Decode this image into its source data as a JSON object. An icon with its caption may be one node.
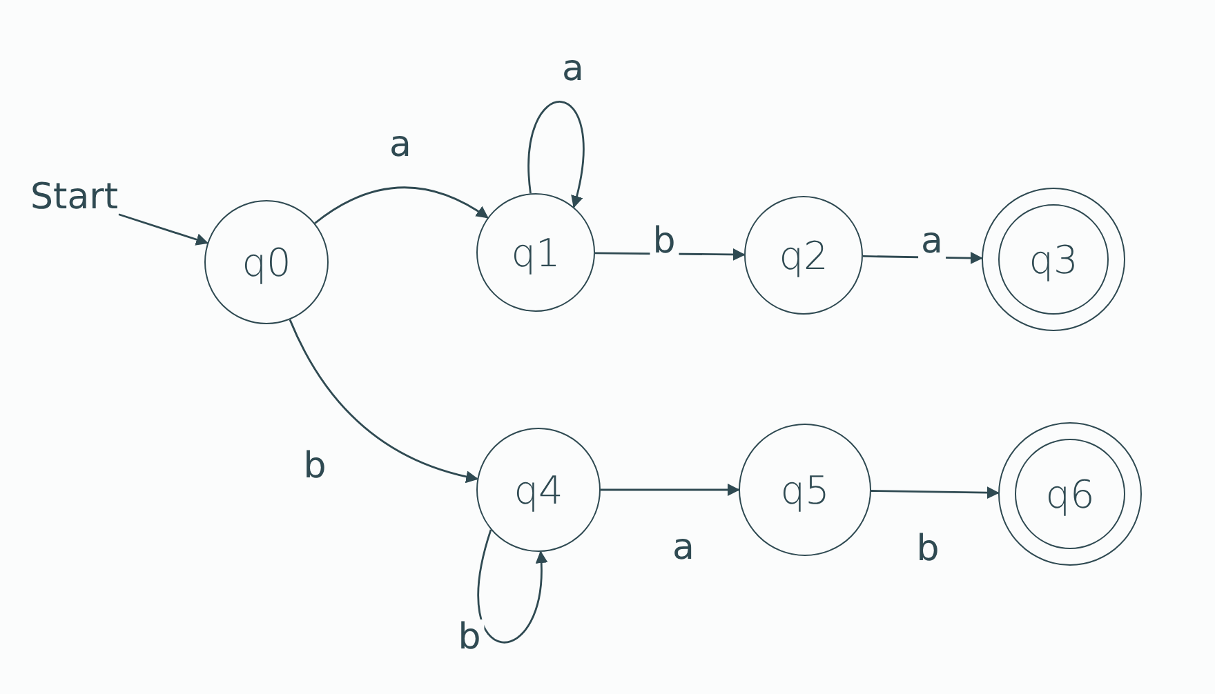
{
  "diagram": {
    "nodes": [
      {
        "text": [
          "Start"
        ]
      },
      {
        "text": [
          "q0"
        ]
      },
      {
        "text": [
          "q1"
        ]
      },
      {
        "text": [
          "q2"
        ]
      },
      {
        "text": [
          "q3"
        ]
      },
      {
        "text": [
          "q4"
        ]
      },
      {
        "text": [
          "q5"
        ]
      },
      {
        "text": [
          "q6"
        ]
      }
    ],
    "edges": [
      {
        "from": 0,
        "to": 1,
        "arrow": "to"
      },
      {
        "from": 1,
        "to": 2,
        "arrow": "to",
        "label": "a"
      },
      {
        "from": 2,
        "to": 2,
        "arrow": "to",
        "label": "a"
      },
      {
        "from": 2,
        "to": 3,
        "arrow": "to",
        "label": "b"
      },
      {
        "from": 3,
        "to": 4,
        "arrow": "to",
        "label": "a"
      },
      {
        "from": 1,
        "to": 5,
        "arrow": "to",
        "label": "b"
      },
      {
        "from": 5,
        "to": 5,
        "arrow": "to",
        "label": "b"
      },
      {
        "from": 5,
        "to": 6,
        "arrow": "to",
        "label": "a"
      },
      {
        "from": 6,
        "to": 7,
        "arrow": "to",
        "label": "b"
      }
    ]
  }
}
